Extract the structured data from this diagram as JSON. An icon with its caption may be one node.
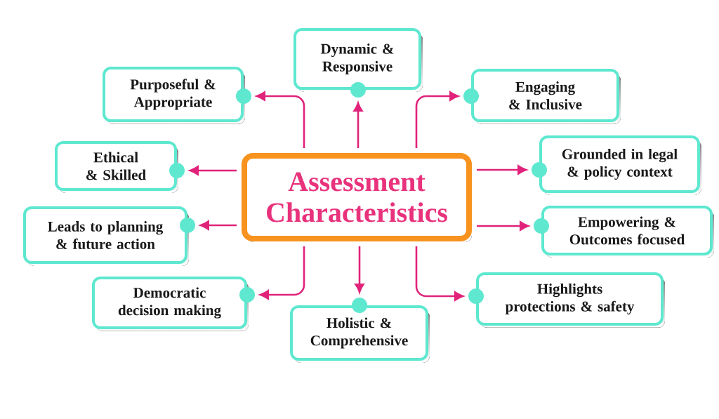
{
  "diagram": {
    "nodes": [
      {
        "text": [
          "Assessment Characteristics"
        ]
      },
      {
        "text": [
          "Dynamic & Responsive"
        ]
      },
      {
        "text": [
          "Purposeful & Appropriate"
        ]
      },
      {
        "text": [
          "Engaging & Inclusive"
        ]
      },
      {
        "text": [
          "Ethical & Skilled"
        ]
      },
      {
        "text": [
          "Grounded in legal & policy context"
        ]
      },
      {
        "text": [
          "Leads to planning & future action"
        ]
      },
      {
        "text": [
          "Empowering & Outcomes focused"
        ]
      },
      {
        "text": [
          "Democratic decision making"
        ]
      },
      {
        "text": [
          "Holistic & Comprehensive"
        ]
      },
      {
        "text": [
          "Highlights protections & safety"
        ]
      }
    ],
    "edges": [
      {
        "from": 0,
        "to": 1,
        "arrow": "to"
      },
      {
        "from": 0,
        "to": 2,
        "arrow": "to"
      },
      {
        "from": 0,
        "to": 3,
        "arrow": "to"
      },
      {
        "from": 0,
        "to": 4,
        "arrow": "to"
      },
      {
        "from": 0,
        "to": 5,
        "arrow": "to"
      },
      {
        "from": 0,
        "to": 6,
        "arrow": "to"
      },
      {
        "from": 0,
        "to": 7,
        "arrow": "to"
      },
      {
        "from": 0,
        "to": 8,
        "arrow": "to"
      },
      {
        "from": 0,
        "to": 9,
        "arrow": "to"
      },
      {
        "from": 0,
        "to": 10,
        "arrow": "to"
      }
    ]
  }
}
